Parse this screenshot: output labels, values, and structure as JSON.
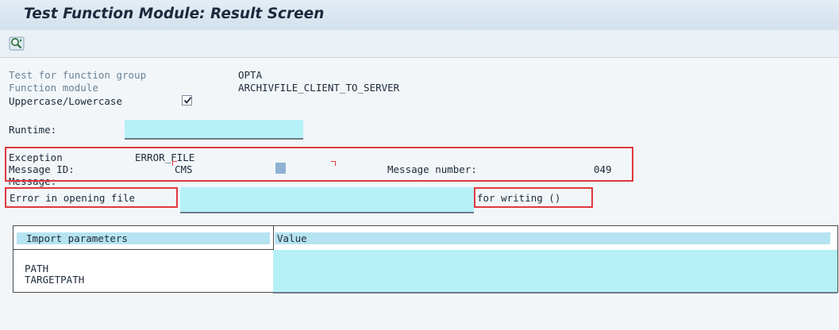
{
  "window": {
    "title": "Test Function Module: Result Screen"
  },
  "toolbar": {
    "buttons": [
      {
        "icon": "magnifier-back-icon"
      }
    ]
  },
  "header": {
    "function_group_label": "Test for function group",
    "function_group_value": "OPTA",
    "function_module_label": "Function module",
    "function_module_value": "ARCHIVFILE_CLIENT_TO_SERVER",
    "case_label": "Uppercase/Lowercase",
    "case_checked": true,
    "runtime_label": "Runtime:"
  },
  "exception": {
    "label": "Exception",
    "value": "ERROR_FILE",
    "message_id_label": "Message ID:",
    "message_id_value": "CMS",
    "message_number_label": "Message number:",
    "message_number_value": "049",
    "message_label": "Message:",
    "error_prefix": "Error in opening file",
    "error_suffix": "for writing ()"
  },
  "import_table": {
    "headers": [
      "Import parameters",
      "Value"
    ],
    "rows": [
      "PATH",
      "TARGETPATH"
    ]
  },
  "colors": {
    "highlight": "#b6f1f7",
    "annotation": "#e0393e",
    "label": "#6a8296"
  }
}
